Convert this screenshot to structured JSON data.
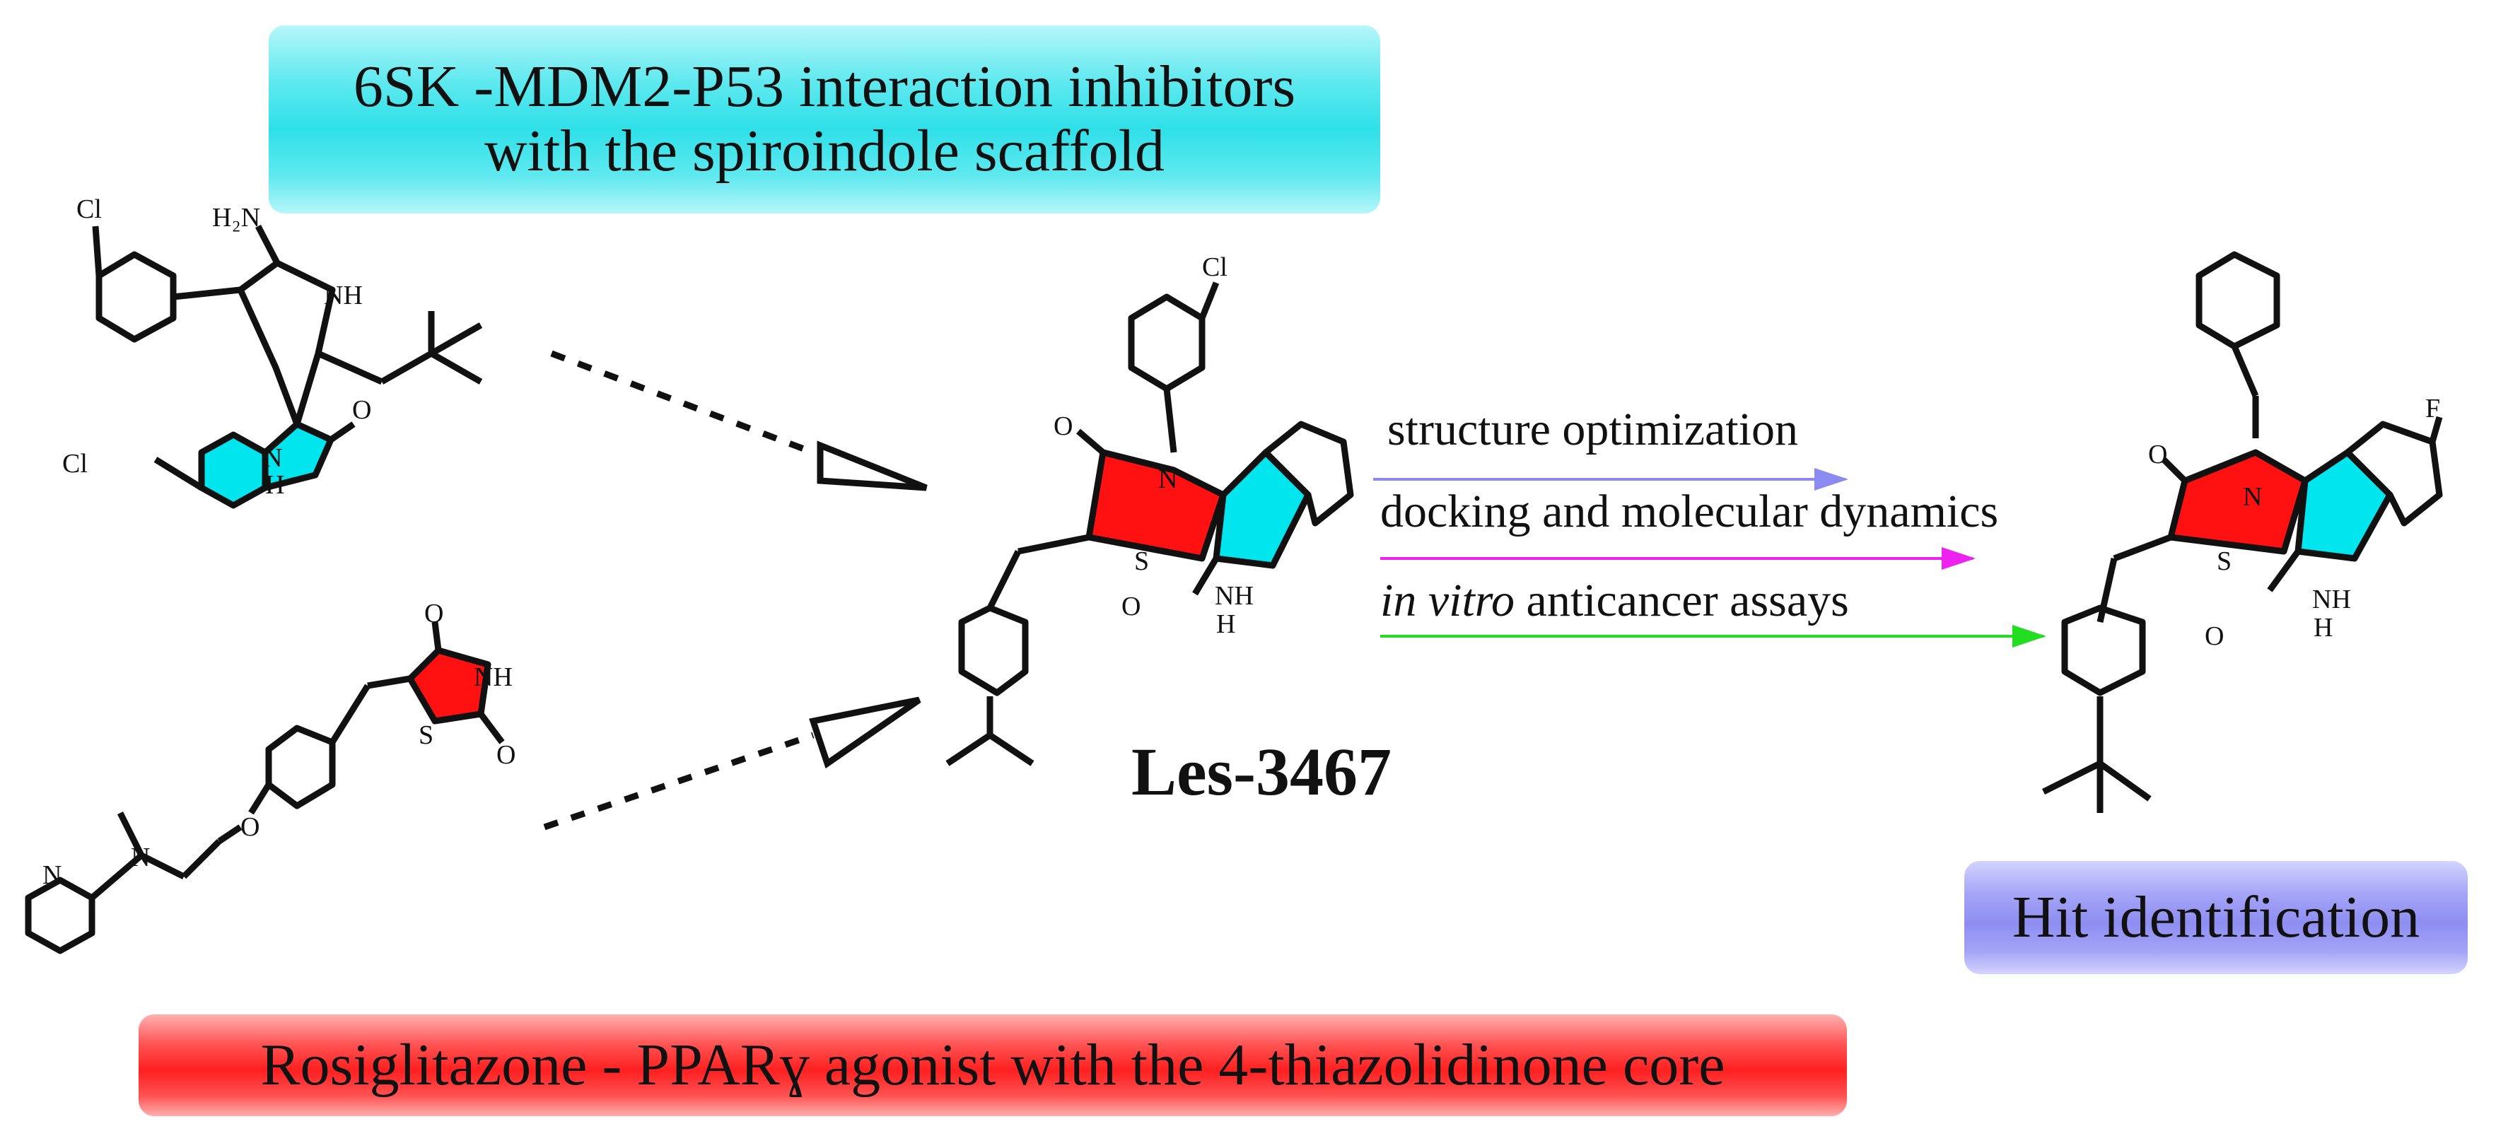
{
  "boxes": {
    "top_line1": "6SK -MDM2-P53 interaction inhibitors",
    "top_line2": "with the spiroindole scaffold",
    "bottom": "Rosiglitazone - PPARɣ agonist with the 4-thiazolidinone core",
    "hit": "Hit identification"
  },
  "compound_label": "Les-3467",
  "steps": [
    {
      "text": "structure optimization",
      "color": "#8a8af0"
    },
    {
      "italic": "in vitro",
      "rest": " anticancer assays",
      "color": "#22dd22"
    },
    {
      "text": "docking and molecular dynamics",
      "color": "#ee22ee"
    }
  ],
  "atoms": {
    "cl": "Cl",
    "h2n": "H₂N",
    "nh": "NH",
    "o": "O",
    "n": "N",
    "h": "H",
    "s": "S",
    "f": "F"
  },
  "colors": {
    "cyan": "#00e5ee",
    "red": "#ff1111",
    "violet": "#8a8af0",
    "magenta": "#ee22ee",
    "green": "#22dd22"
  }
}
